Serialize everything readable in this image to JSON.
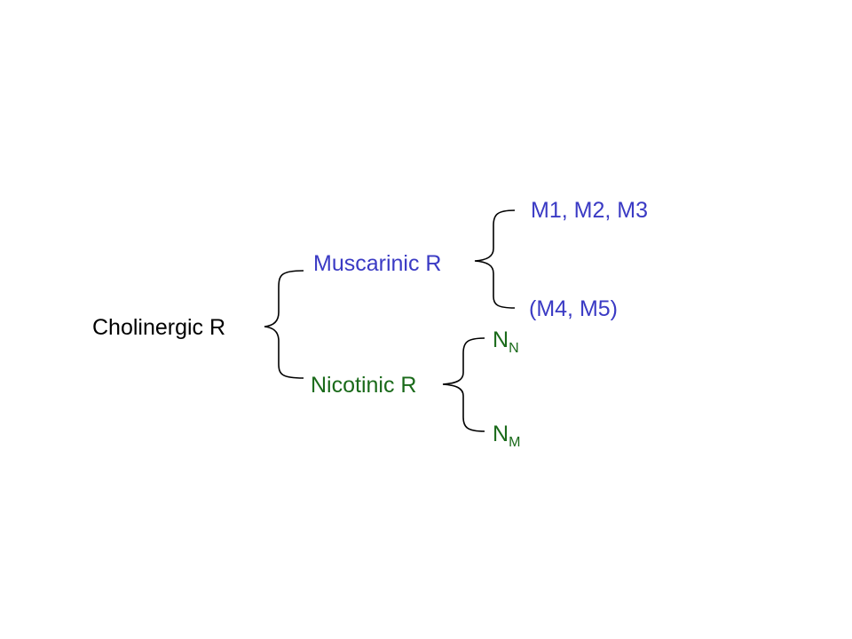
{
  "root": {
    "label": "Cholinergic R"
  },
  "muscarinic": {
    "label": "Muscarinic R",
    "subtypes": [
      "M1, M2, M3",
      "(M4, M5)"
    ]
  },
  "nicotinic": {
    "label": "Nicotinic R",
    "subtypes": [
      {
        "base": "N",
        "sub": "N"
      },
      {
        "base": "N",
        "sub": "M"
      }
    ]
  },
  "colors": {
    "root": "#000000",
    "muscarinic": "#3a3ac4",
    "nicotinic": "#1a6a1a",
    "brace": "#000000"
  }
}
